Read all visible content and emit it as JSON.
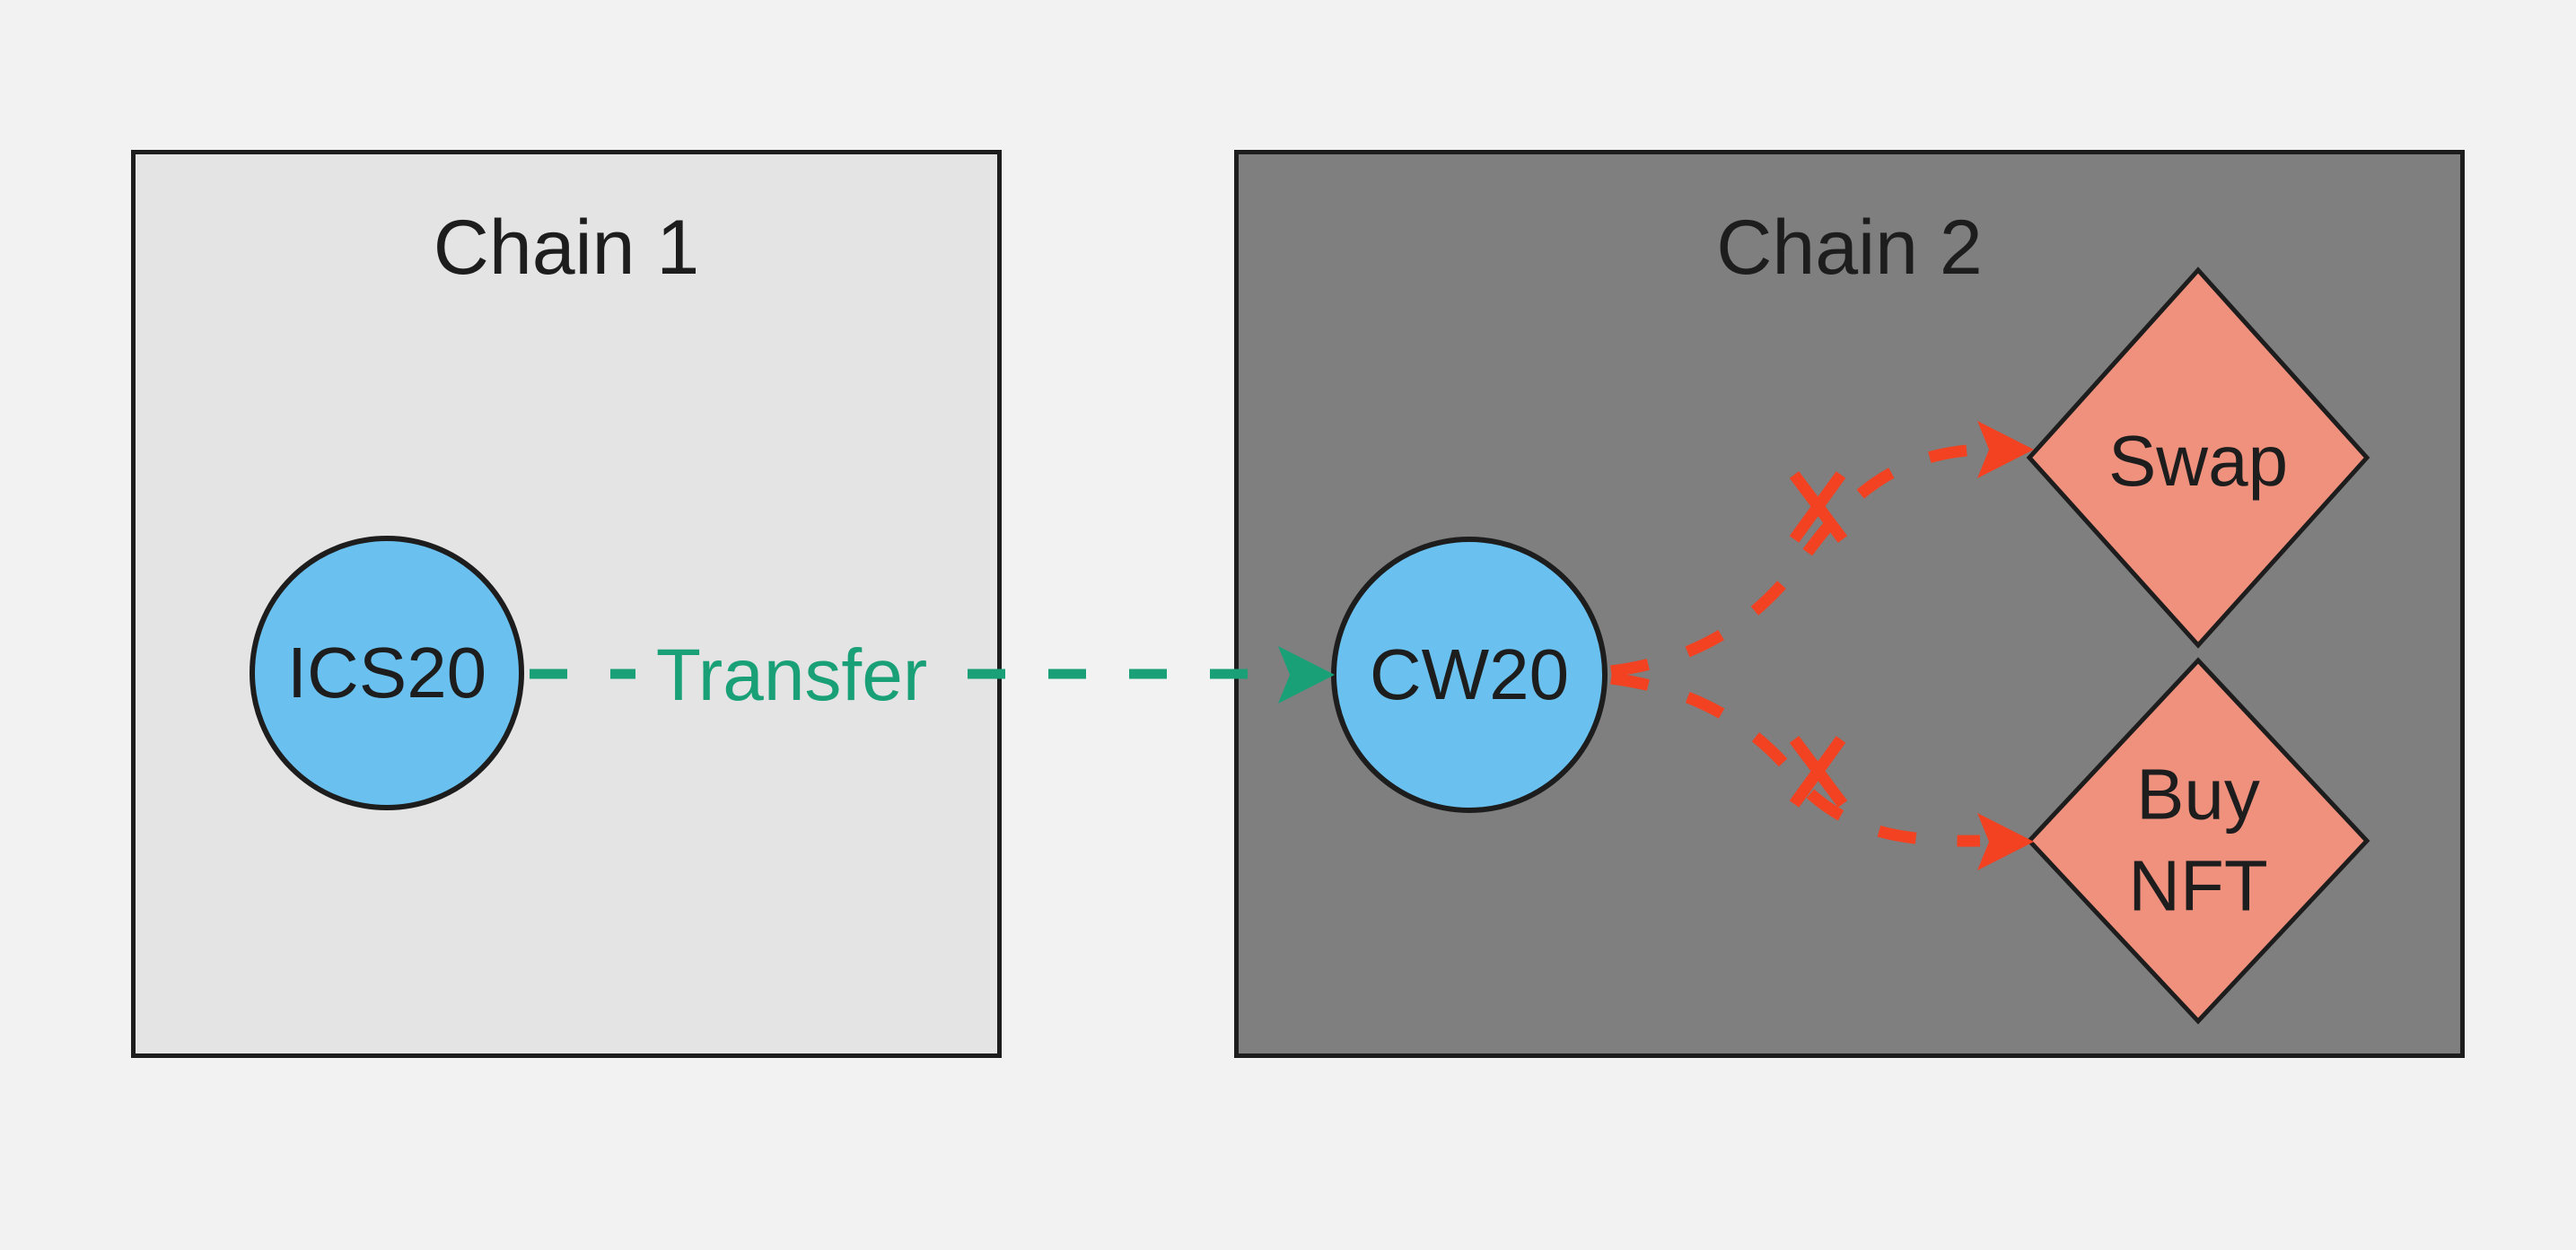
{
  "diagram": {
    "background_color": "#f2f2f2",
    "outline_color": "#1d1d1d",
    "chain1": {
      "title": "Chain 1",
      "box_fill": "#e4e4e4",
      "node_label": "ICS20",
      "node_fill": "#6ac1ef"
    },
    "chain2": {
      "title": "Chain 2",
      "box_fill": "#7f7f7f",
      "node_label": "CW20",
      "node_fill": "#6ac1ef",
      "action_fill": "#f0917e",
      "actions": [
        {
          "label": "Swap"
        },
        {
          "label": "Buy NFT"
        }
      ]
    },
    "edges": {
      "transfer": {
        "label": "Transfer",
        "color": "#19a077",
        "style": "dashed-arrow",
        "from": "ICS20",
        "to": "CW20"
      },
      "blocked_swap": {
        "color": "#f34221",
        "style": "dashed-arrow",
        "marker": "X",
        "from": "CW20",
        "to": "Swap"
      },
      "blocked_buy_nft": {
        "color": "#f34221",
        "style": "dashed-arrow",
        "marker": "X",
        "from": "CW20",
        "to": "Buy NFT"
      }
    }
  }
}
